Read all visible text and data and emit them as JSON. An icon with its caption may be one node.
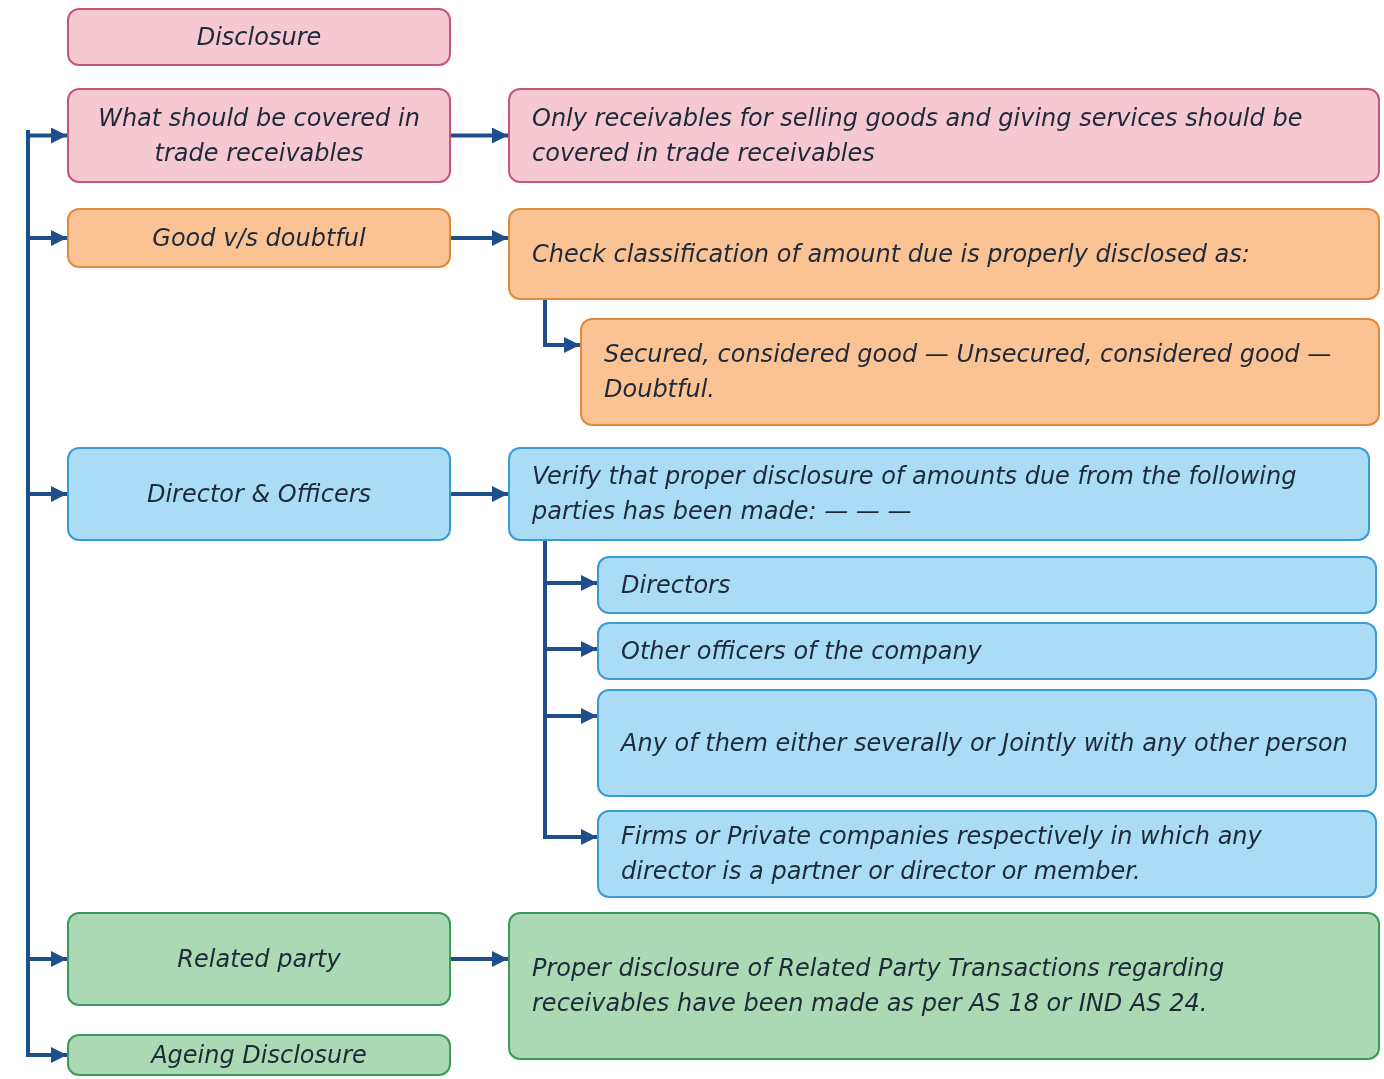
{
  "diagram": {
    "nodes": [
      {
        "text": [
          "Disclosure"
        ]
      },
      {
        "text": [
          "What should be covered in trade receivables"
        ]
      },
      {
        "text": [
          "Only receivables for selling goods and giving services should be covered in trade receivables"
        ]
      },
      {
        "text": [
          "Good v/s doubtful"
        ]
      },
      {
        "text": [
          "Check classification of amount due is properly disclosed as:"
        ]
      },
      {
        "text": [
          "Secured, considered good — Unsecured, considered good — Doubtful."
        ]
      },
      {
        "text": [
          "Director & Officers"
        ]
      },
      {
        "text": [
          "Verify that proper disclosure of amounts due from the following parties has been made: — — —"
        ]
      },
      {
        "text": [
          "Directors"
        ]
      },
      {
        "text": [
          "Other officers of the company"
        ]
      },
      {
        "text": [
          "Any of them either severally or Jointly with any other person"
        ]
      },
      {
        "text": [
          "Firms or Private companies respectively in which any director is a partner or director or member."
        ]
      },
      {
        "text": [
          "Related party"
        ]
      },
      {
        "text": [
          "Proper disclosure of Related Party Transactions regarding receivables have been made as per AS 18 or IND AS 24."
        ]
      },
      {
        "text": [
          "Ageing Disclosure"
        ]
      }
    ],
    "edges": [
      {
        "from": null,
        "to": 1,
        "arrow": "to"
      },
      {
        "from": null,
        "to": 3,
        "arrow": "to"
      },
      {
        "from": null,
        "to": 6,
        "arrow": "to"
      },
      {
        "from": null,
        "to": 12,
        "arrow": "to"
      },
      {
        "from": null,
        "to": 14,
        "arrow": "to"
      },
      {
        "from": 1,
        "to": 2,
        "arrow": "to"
      },
      {
        "from": 3,
        "to": 4,
        "arrow": "to"
      },
      {
        "from": 4,
        "to": 5,
        "arrow": "to"
      },
      {
        "from": 6,
        "to": 7,
        "arrow": "to"
      },
      {
        "from": 7,
        "to": 8,
        "arrow": "to"
      },
      {
        "from": 7,
        "to": 9,
        "arrow": "to"
      },
      {
        "from": 7,
        "to": 10,
        "arrow": "to"
      },
      {
        "from": 7,
        "to": 11,
        "arrow": "to"
      },
      {
        "from": 12,
        "to": 13,
        "arrow": "to"
      }
    ]
  }
}
